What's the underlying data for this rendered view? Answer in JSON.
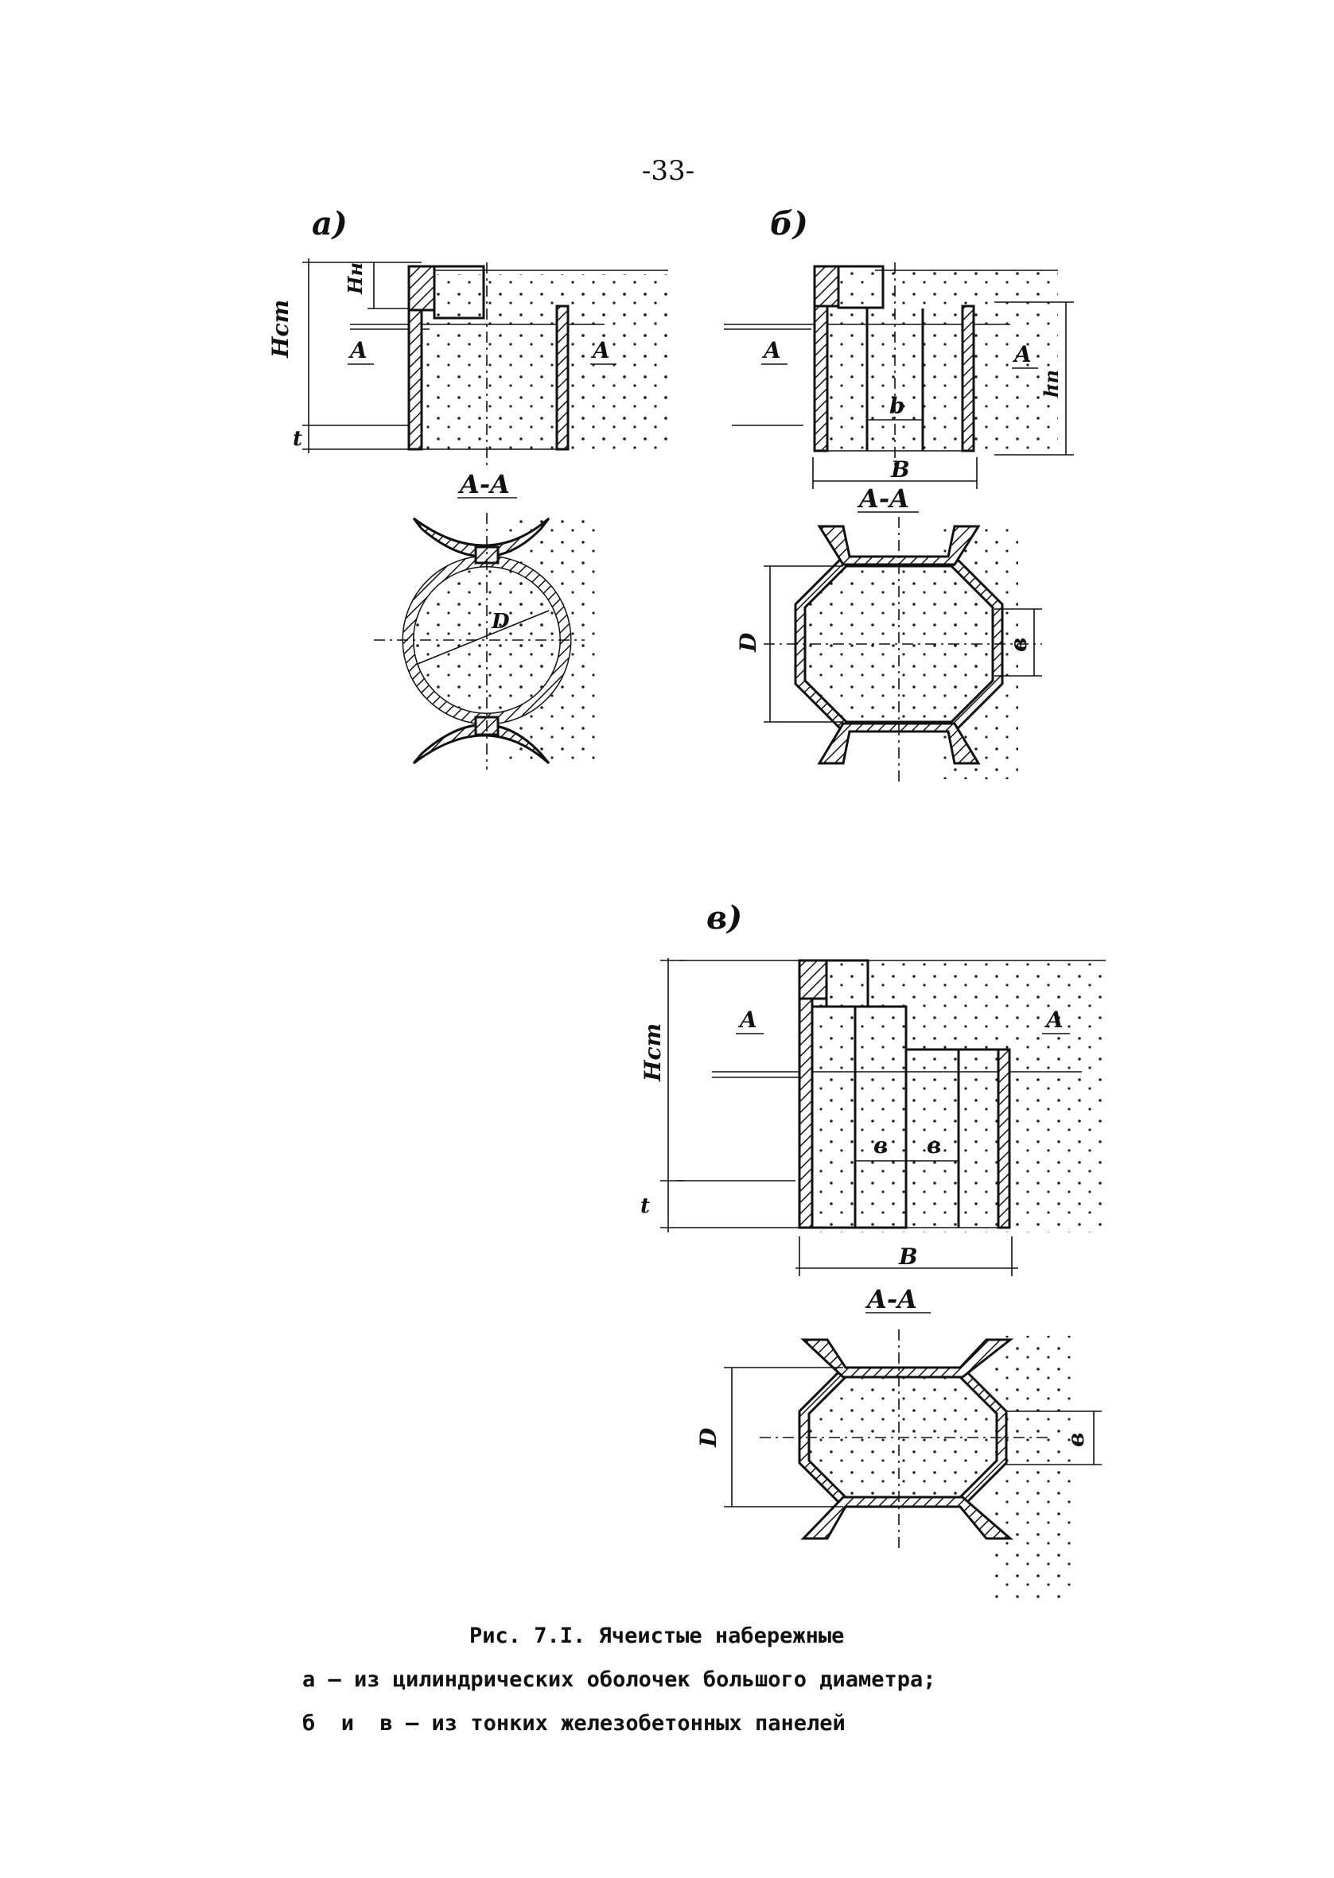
{
  "page": {
    "number": "-33-"
  },
  "figure": {
    "panels": [
      {
        "id": "a",
        "label": "а)",
        "section_label": "A-A",
        "cut_marks": [
          "A",
          "A"
        ],
        "dims": {
          "wall_height": "Нст",
          "cap_height": "Нн",
          "embedment": "t",
          "diameter": "D"
        }
      },
      {
        "id": "b",
        "label": "б)",
        "section_label": "A-A",
        "cut_marks": [
          "A",
          "A"
        ],
        "dims": {
          "inner_width": "b",
          "base_width": "B",
          "height": "hп",
          "diameter": "D",
          "side": "в"
        }
      },
      {
        "id": "v",
        "label": "в)",
        "section_label": "A-A",
        "cut_marks": [
          "A",
          "A"
        ],
        "dims": {
          "wall_height": "Нст",
          "embedment": "t",
          "cell1": "в",
          "cell2": "в",
          "base_width": "B",
          "diameter": "D",
          "side": "в"
        }
      }
    ]
  },
  "caption": {
    "line1": "Рис. 7.I. Ячеистые набережные",
    "line2": "а – из цилиндрических оболочек большого диаметра;",
    "line3": "б  и  в – из тонких железобетонных панелей"
  },
  "colors": {
    "ink": "#111111",
    "paper": "#ffffff"
  }
}
